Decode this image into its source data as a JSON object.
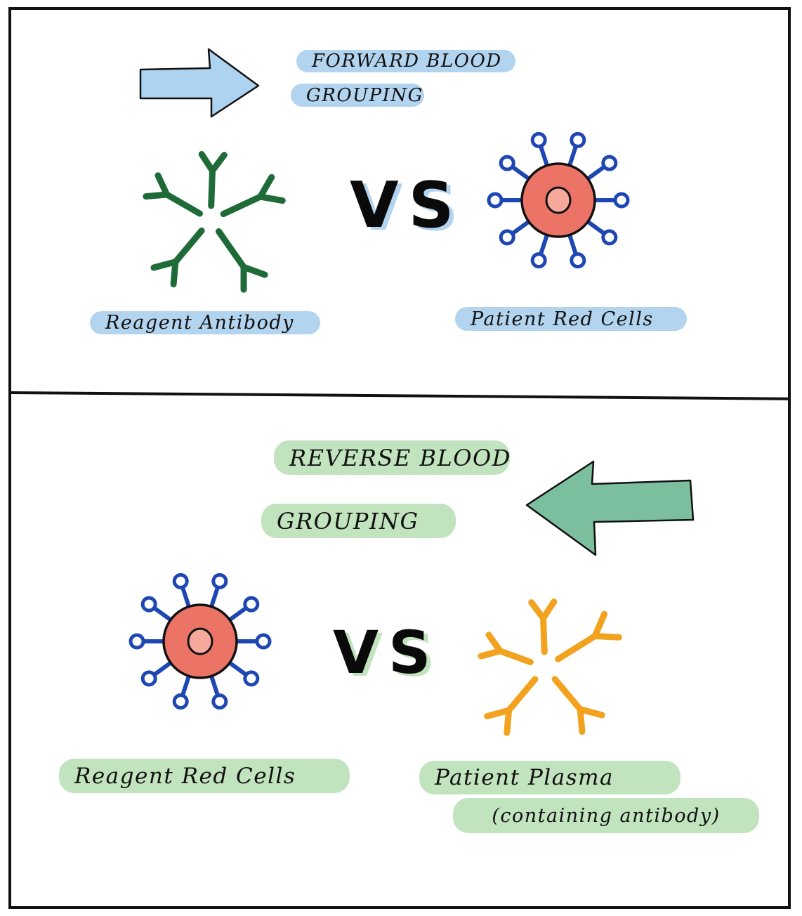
{
  "top_panel": {
    "title_line1": "FORWARD BLOOD",
    "title_line2": "GROUPING",
    "vs": "VS",
    "left_label": "Reagent Antibody",
    "right_label": "Patient Red Cells",
    "accent_color": "#b3d4ef",
    "arrow_color": "#aed3f0",
    "antibody_color": "#1e6b38",
    "arrow_icon": "arrow-right-icon",
    "left_icon": "antibody-icon",
    "right_icon": "red-cell-icon"
  },
  "bottom_panel": {
    "title_line1": "REVERSE BLOOD",
    "title_line2": "GROUPING",
    "vs": "VS",
    "left_label": "Reagent Red Cells",
    "right_label_line1": "Patient Plasma",
    "right_label_line2": "(containing antibody)",
    "accent_color": "#c1e3bd",
    "arrow_color": "#7cbf9e",
    "antibody_color": "#f3a21f",
    "arrow_icon": "arrow-left-icon",
    "left_icon": "red-cell-icon",
    "right_icon": "antibody-icon"
  },
  "cell_colors": {
    "body": "#ec7467",
    "nucleus": "#f5a89b",
    "antigen": "#1f47b4"
  }
}
